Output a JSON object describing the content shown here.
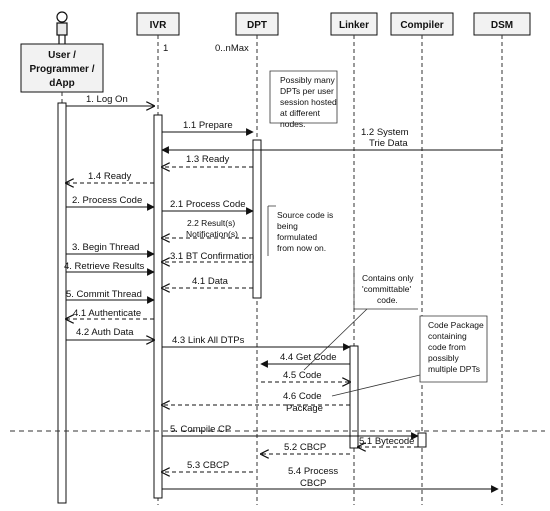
{
  "participants": {
    "user": [
      "User /",
      "Programmer /",
      "dApp"
    ],
    "ivr": "IVR",
    "dpt": "DPT",
    "linker": "Linker",
    "compiler": "Compiler",
    "dsm": "DSM"
  },
  "multiplicity": {
    "ivr": "1",
    "dpt": "0..nMax"
  },
  "notes": {
    "dpt": [
      "Possibly many",
      "DPTs per user",
      "session hosted",
      "at different",
      "nodes."
    ],
    "source": [
      "Source code is",
      "being",
      "formulated",
      "from now on."
    ],
    "linker": [
      "Contains only",
      "'committable'",
      "code."
    ],
    "package": [
      "Code Package",
      "containing",
      "code from",
      "possibly",
      "multiple DPTs"
    ]
  },
  "messages": {
    "m1": "1. Log On",
    "m1_1": "1.1 Prepare",
    "m1_2": [
      "1.2 System",
      "Trie Data"
    ],
    "m1_3": "1.3 Ready",
    "m1_4": "1.4 Ready",
    "m2": "2. Process Code",
    "m2_1": "2.1 Process Code",
    "m2_2": [
      "2.2 Result(s)",
      "Notification(s)"
    ],
    "m3": "3. Begin Thread",
    "m3_1": "3.1 BT Confirmation",
    "m4": "4. Retrieve Results",
    "m4_1": "4.1 Data",
    "m5": "5. Commit Thread",
    "m4_1b": "4.1 Authenticate",
    "m4_2": "4.2 Auth Data",
    "m4_3": "4.3 Link All DTPs",
    "m4_4": "4.4 Get Code",
    "m4_5": "4.5 Code",
    "m4_6": [
      "4.6 Code",
      "Package"
    ],
    "m5_c": "5. Compile CP",
    "m5_1": "5.1 Bytecode",
    "m5_2": "5.2 CBCP",
    "m5_3": "5.3 CBCP",
    "m5_4": [
      "5.4 Process",
      "CBCP"
    ]
  }
}
